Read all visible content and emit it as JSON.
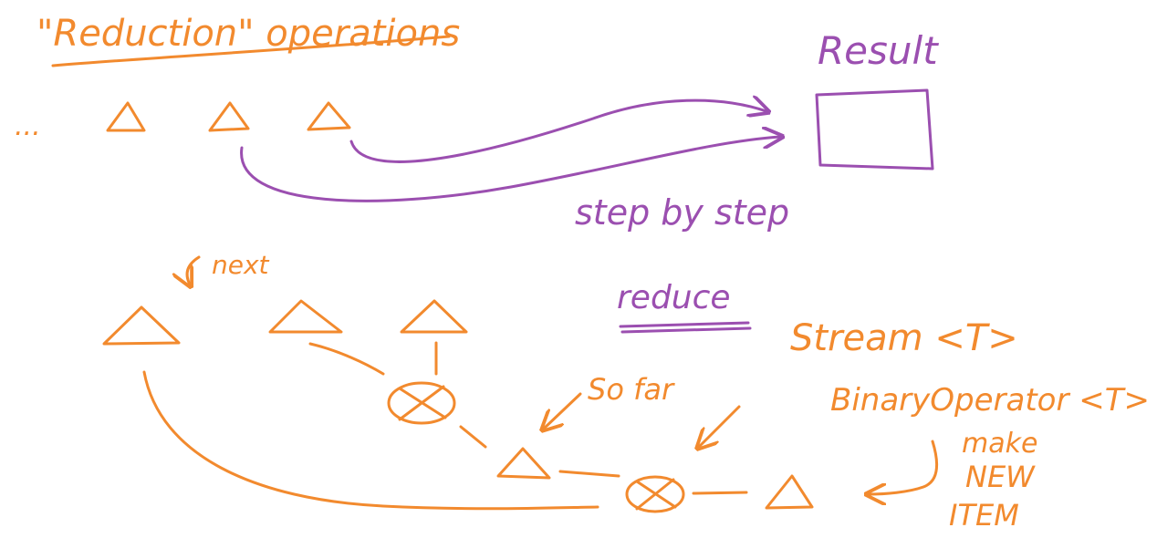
{
  "colors": {
    "primary": "#f28a2e",
    "secondary": "#9b4fb0",
    "background": "#ffffff"
  },
  "labels": {
    "title": "\"Reduction\" operations",
    "ellipsis": "...",
    "result": "Result",
    "step_by_step": "step by step",
    "next": "next",
    "reduce": "reduce",
    "stream": "Stream <T>",
    "binary_operator": "BinaryOperator <T>",
    "so_far": "So far",
    "make": "make",
    "new": "NEW",
    "item": "ITEM"
  }
}
